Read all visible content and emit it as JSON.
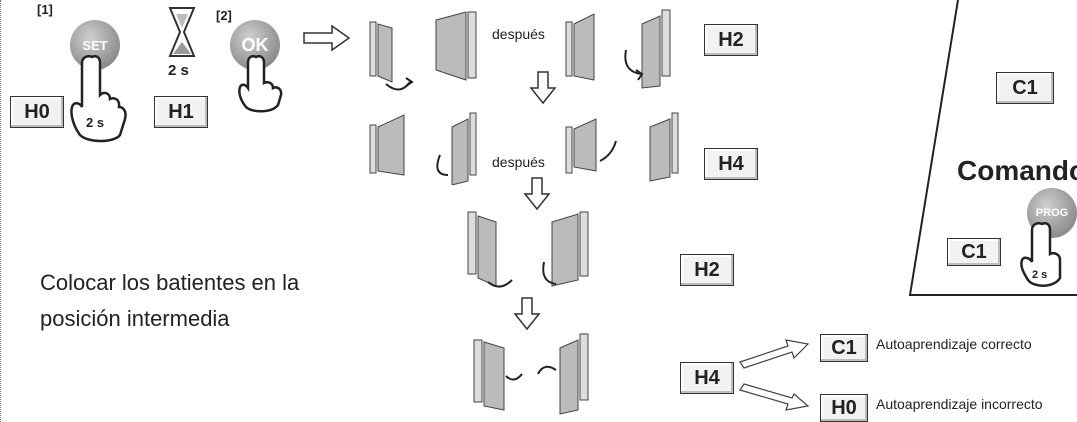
{
  "steps": {
    "step1_tag": "[1]",
    "step2_tag": "[2]",
    "set_button": "SET",
    "ok_button": "OK",
    "hourglass_label": "2 s",
    "hand_label": "2 s"
  },
  "codes": {
    "h0": "H0",
    "h1": "H1",
    "h2": "H2",
    "h4": "H4",
    "c1": "C1"
  },
  "flow": {
    "despues": "después"
  },
  "caption": {
    "line1": "Colocar los batientes en la",
    "line2": "posición intermedia"
  },
  "results": {
    "correct": "Autoaprendizaje correcto",
    "incorrect": "Autoaprendizaje incorrecto"
  },
  "panel": {
    "code_top": "C1",
    "heading": "Comando",
    "prog_button": "PROG",
    "code_bottom": "C1",
    "hand_label": "2 s"
  },
  "icons": {
    "hand": "pointing-hand-icon",
    "hourglass": "hourglass-icon",
    "arrow_right": "arrow-right-outline-icon",
    "arrow_down": "arrow-down-outline-icon",
    "gate_leaf": "gate-leaf-icon"
  }
}
